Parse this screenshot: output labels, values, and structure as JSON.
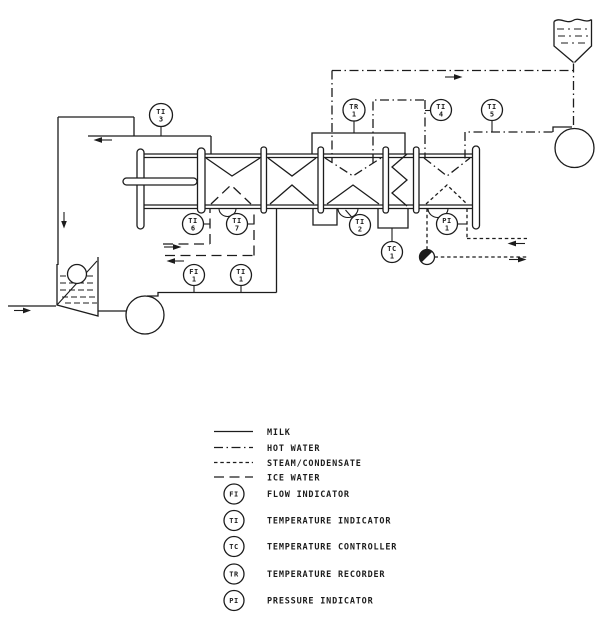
{
  "diagram_type": "milk pasteurizer process flow diagram",
  "instruments": {
    "ti3": {
      "tag": "TI",
      "num": "3"
    },
    "tr1": {
      "tag": "TR",
      "num": "1"
    },
    "ti4": {
      "tag": "TI",
      "num": "4"
    },
    "ti5": {
      "tag": "TI",
      "num": "5"
    },
    "ti6": {
      "tag": "TI",
      "num": "6"
    },
    "ti7": {
      "tag": "TI",
      "num": "7"
    },
    "ti2": {
      "tag": "TI",
      "num": "2"
    },
    "tc1": {
      "tag": "TC",
      "num": "1"
    },
    "pi1": {
      "tag": "PI",
      "num": "1"
    },
    "fi1": {
      "tag": "FI",
      "num": "1"
    },
    "ti1": {
      "tag": "TI",
      "num": "1"
    }
  },
  "legend": {
    "line_types": [
      {
        "label": "MILK",
        "style": "solid"
      },
      {
        "label": "HOT WATER",
        "style": "dash-dot"
      },
      {
        "label": "STEAM/CONDENSATE",
        "style": "short-dash"
      },
      {
        "label": "ICE WATER",
        "style": "long-dash"
      }
    ],
    "symbols": [
      {
        "tag": "FI",
        "label": "FLOW INDICATOR"
      },
      {
        "tag": "TI",
        "label": "TEMPERATURE INDICATOR"
      },
      {
        "tag": "TC",
        "label": "TEMPERATURE CONTROLLER"
      },
      {
        "tag": "TR",
        "label": "TEMPERATURE RECORDER"
      },
      {
        "tag": "PI",
        "label": "PRESSURE INDICATOR"
      }
    ]
  },
  "colors": {
    "ink": "#1c1c1c",
    "background": "#ffffff"
  }
}
